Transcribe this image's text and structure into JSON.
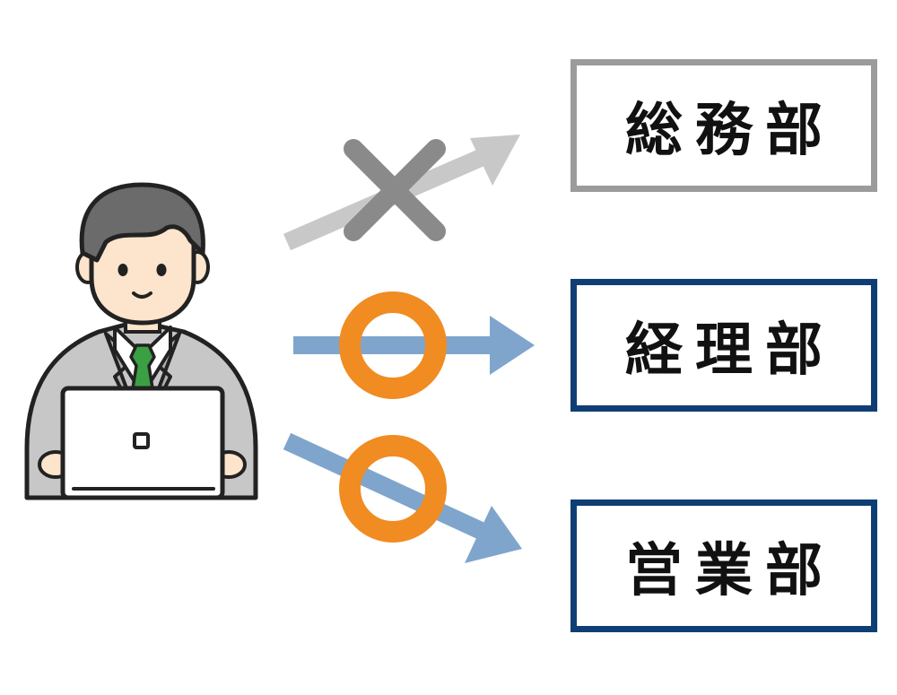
{
  "departments": [
    {
      "label": "総務部",
      "allowed": false
    },
    {
      "label": "経理部",
      "allowed": true
    },
    {
      "label": "営業部",
      "allowed": true
    }
  ],
  "colors": {
    "denied_arrow": "#c8c8c8",
    "denied_mark": "#8a8a8a",
    "allowed_arrow": "#7fa5cc",
    "allowed_mark": "#f08c22",
    "denied_border": "#9b9b9b",
    "allowed_border": "#0f3e75"
  },
  "icons": {
    "person": "businessman-with-laptop-icon",
    "denied": "cross-mark-icon",
    "allowed": "circle-mark-icon"
  }
}
